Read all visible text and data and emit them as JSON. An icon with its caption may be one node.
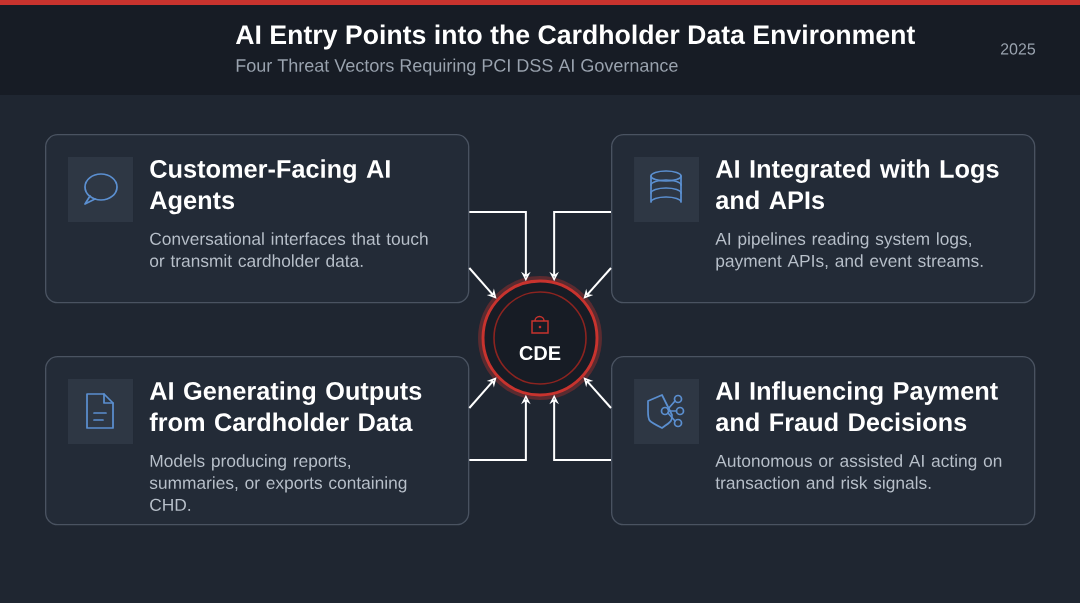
{
  "diagram": {
    "title": "AI Entry Points into the Cardholder Data Environment",
    "nodes": [
      {
        "text": [
          "Customer-Facing AI Agents",
          "Conversational interfaces that touch or transmit cardholder data."
        ]
      },
      {
        "text": [
          "AI Integrated with Logs and APIs",
          "AI pipelines reading system logs, payment APIs, and event streams."
        ]
      },
      {
        "text": [
          "AI Generating Outputs from Cardholder Data",
          "Models producing reports, summaries, or exports containing CHD."
        ]
      },
      {
        "text": [
          "AI Influencing Payment and Fraud Decisions",
          "Autonomous or assisted AI acting on transaction and risk signals."
        ]
      },
      {
        "text": [
          "CDE"
        ]
      }
    ],
    "edges": [
      {
        "from": 0,
        "to": 4,
        "arrow": "to"
      },
      {
        "from": 0,
        "to": 4,
        "arrow": "to"
      },
      {
        "from": 1,
        "to": 4,
        "arrow": "to"
      },
      {
        "from": 1,
        "to": 4,
        "arrow": "to"
      },
      {
        "from": 2,
        "to": 4,
        "arrow": "to"
      },
      {
        "from": 2,
        "to": 4,
        "arrow": "to"
      },
      {
        "from": 3,
        "to": 4,
        "arrow": "to"
      },
      {
        "from": 3,
        "to": 4,
        "arrow": "to"
      }
    ],
    "labels": [
      "Four Threat Vectors Requiring PCI DSS AI Governance",
      "2025"
    ]
  }
}
